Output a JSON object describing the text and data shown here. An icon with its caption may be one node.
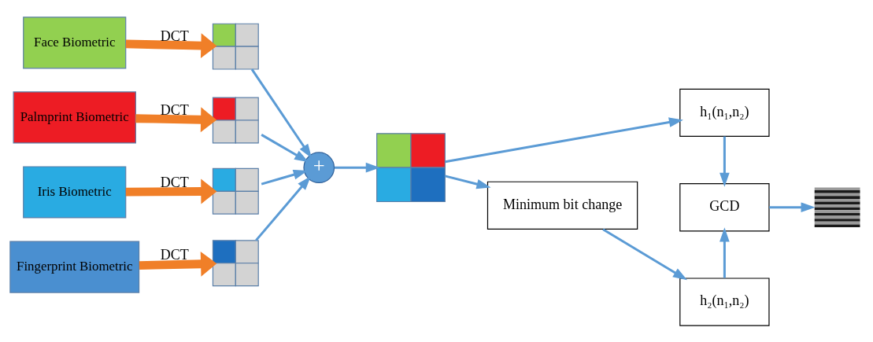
{
  "diagram": {
    "nodes": [
      {
        "text": [
          "Face Biometric"
        ]
      },
      {
        "text": [
          "Palmprint Biometric"
        ]
      },
      {
        "text": [
          "Iris Biometric"
        ]
      },
      {
        "text": [
          "Fingerprint Biometric"
        ]
      },
      {
        "text": [],
        "shape": "box"
      },
      {
        "text": [],
        "shape": "box"
      },
      {
        "text": [],
        "shape": "box"
      },
      {
        "text": [],
        "shape": "box"
      },
      {
        "text": [
          "+"
        ]
      },
      {
        "text": [],
        "shape": "box"
      },
      {
        "text": [
          "h₁(n₁,n₂)"
        ]
      },
      {
        "text": [
          "Minimum bit change"
        ]
      },
      {
        "text": [
          "h₂(n₁,n₂)"
        ]
      },
      {
        "text": [
          "GCD"
        ]
      },
      {
        "text": [],
        "shape": "picture"
      }
    ],
    "edges": [
      {
        "from": 0,
        "to": 4,
        "arrow": "to",
        "label": "DCT",
        "style": "thick",
        "color": "#f07f28"
      },
      {
        "from": 1,
        "to": 5,
        "arrow": "to",
        "label": "DCT",
        "style": "thick",
        "color": "#f07f28"
      },
      {
        "from": 2,
        "to": 6,
        "arrow": "to",
        "label": "DCT",
        "style": "thick",
        "color": "#f07f28"
      },
      {
        "from": 3,
        "to": 7,
        "arrow": "to",
        "label": "DCT",
        "style": "thick",
        "color": "#f07f28"
      },
      {
        "from": 4,
        "to": 8,
        "arrow": "to"
      },
      {
        "from": 5,
        "to": 8,
        "arrow": "to"
      },
      {
        "from": 6,
        "to": 8,
        "arrow": "to"
      },
      {
        "from": 7,
        "to": 8,
        "arrow": "to"
      },
      {
        "from": 8,
        "to": 9,
        "arrow": "to"
      },
      {
        "from": 9,
        "to": 10,
        "arrow": "to"
      },
      {
        "from": 9,
        "to": 11,
        "arrow": "to"
      },
      {
        "from": 11,
        "to": 12,
        "arrow": "to"
      },
      {
        "from": 10,
        "to": 13,
        "arrow": "to"
      },
      {
        "from": 12,
        "to": 13,
        "arrow": "to"
      },
      {
        "from": 13,
        "to": 14,
        "arrow": "to"
      }
    ]
  }
}
